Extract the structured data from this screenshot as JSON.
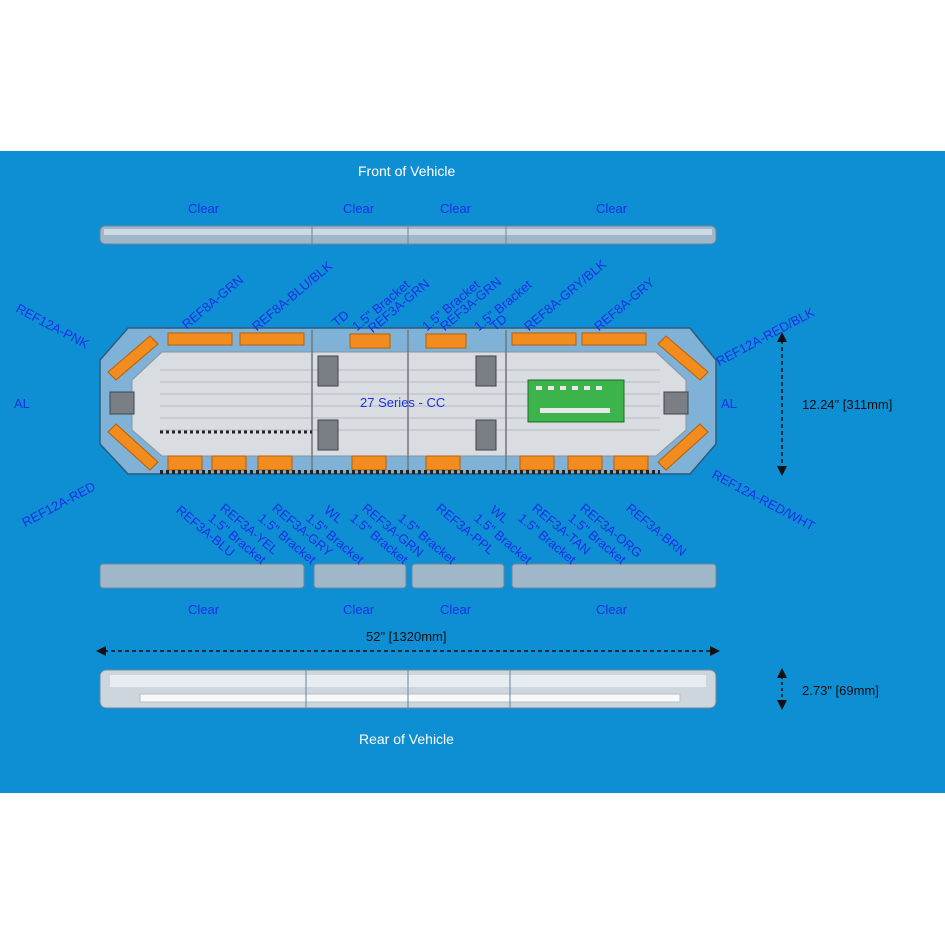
{
  "front_label": "Front of Vehicle",
  "rear_label": "Rear of Vehicle",
  "center_label": "27 Series - CC",
  "lens_top": [
    "Clear",
    "Clear",
    "Clear",
    "Clear"
  ],
  "lens_bottom": [
    "Clear",
    "Clear",
    "Clear",
    "Clear"
  ],
  "side_labels": {
    "left": "AL",
    "right": "AL"
  },
  "dimensions": {
    "depth": "12.24\" [311mm]",
    "length": "52\" [1320mm]",
    "height": "2.73\" [69mm]"
  },
  "top_callouts": [
    "REF12A-PNK",
    "REF8A-GRN",
    "REF8A-BLU/BLK",
    "TD",
    "1.5\" Bracket",
    "REF3A-GRN",
    "1.5\" Bracket",
    "REF3A-GRN",
    "1.5\" Bracket",
    "TD",
    "REF8A-GRY/BLK",
    "REF8A-GRY",
    "REF12A-RED/BLK"
  ],
  "bottom_callouts": [
    "REF12A-RED",
    "REF3A-BLU",
    "REF3A-YEL",
    "1.5\" Bracket",
    "REF3A-GRY",
    "1.5\" Bracket",
    "WL",
    "1.5\" Bracket",
    "REF3A-GRN",
    "1.5\" Bracket",
    "REF3A-PPL",
    "1.5\" Bracket",
    "WL",
    "1.5\" Bracket",
    "REF3A-TAN",
    "1.5\" Bracket",
    "REF3A-ORG",
    "1.5\" Bracket",
    "REF3A-BRN",
    "REF12A-RED/WHT"
  ],
  "colors": {
    "background": "#0e8fd3",
    "label_blue": "#1a2fe8",
    "amber_module": "#f28c1e",
    "housing": "#c9ced6",
    "pcb": "#3cb44b"
  }
}
